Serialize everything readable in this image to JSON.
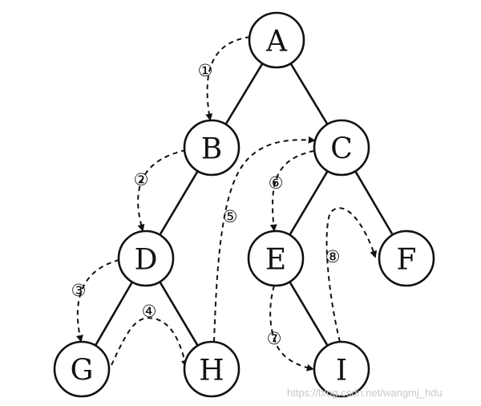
{
  "diagram": {
    "nodes": [
      {
        "id": "A",
        "label": "A"
      },
      {
        "id": "B",
        "label": "B"
      },
      {
        "id": "C",
        "label": "C"
      },
      {
        "id": "D",
        "label": "D"
      },
      {
        "id": "E",
        "label": "E"
      },
      {
        "id": "F",
        "label": "F"
      },
      {
        "id": "G",
        "label": "G"
      },
      {
        "id": "H",
        "label": "H"
      },
      {
        "id": "I",
        "label": "I"
      }
    ],
    "edges": [
      {
        "from": "A",
        "to": "B"
      },
      {
        "from": "A",
        "to": "C"
      },
      {
        "from": "B",
        "to": "D"
      },
      {
        "from": "C",
        "to": "E"
      },
      {
        "from": "C",
        "to": "F"
      },
      {
        "from": "D",
        "to": "G"
      },
      {
        "from": "D",
        "to": "H"
      },
      {
        "from": "E",
        "to": "I"
      }
    ],
    "traversal_steps": [
      {
        "label": "①",
        "from": "A",
        "to": "B"
      },
      {
        "label": "②",
        "from": "B",
        "to": "D"
      },
      {
        "label": "③",
        "from": "D",
        "to": "G"
      },
      {
        "label": "④",
        "from": "G",
        "to": "H"
      },
      {
        "label": "⑤",
        "from": "H",
        "to": "C"
      },
      {
        "label": "⑥",
        "from": "C",
        "to": "E"
      },
      {
        "label": "⑦",
        "from": "E",
        "to": "I"
      },
      {
        "label": "⑧",
        "from": "I",
        "to": "F"
      }
    ]
  },
  "watermark": "https://blog.csdn.net/wangmj_hdu"
}
